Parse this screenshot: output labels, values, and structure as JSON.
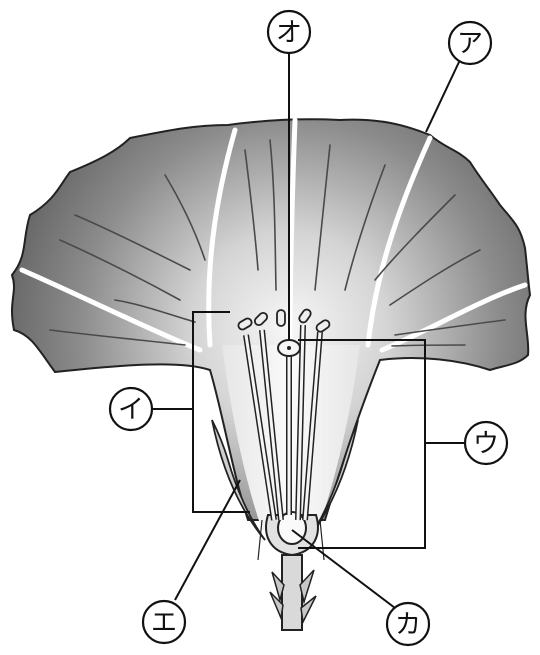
{
  "labels": {
    "a": "ア",
    "i": "イ",
    "u": "ウ",
    "e": "エ",
    "o": "オ",
    "ka": "カ"
  },
  "colors": {
    "petal_dark": "#6d6d6d",
    "petal_light": "#f4f4f4",
    "line": "#111111"
  }
}
